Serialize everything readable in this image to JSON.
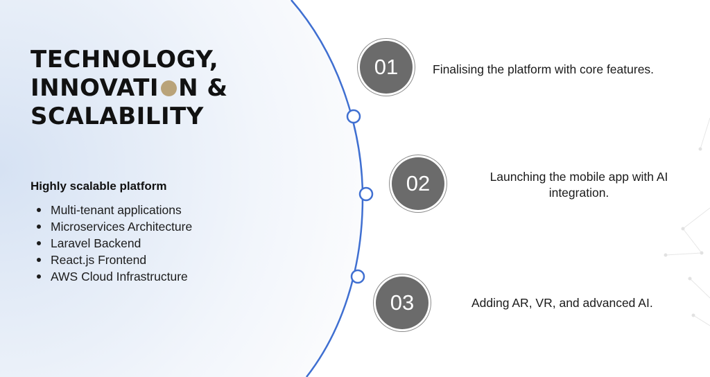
{
  "title": {
    "line1": "TECHNOLOGY,",
    "line2_before": "INNOVATI",
    "line2_after": "N &",
    "line3": "SCALABILITY"
  },
  "features": {
    "heading": "Highly scalable platform",
    "items": [
      "Multi-tenant applications",
      "Microservices Architecture",
      "Laravel Backend",
      "React.js Frontend",
      "AWS Cloud Infrastructure"
    ]
  },
  "steps": [
    {
      "number": "01",
      "text": "Finalising the platform with core features."
    },
    {
      "number": "02",
      "text": "Launching the mobile app with AI integration."
    },
    {
      "number": "03",
      "text": "Adding AR, VR, and advanced AI."
    }
  ],
  "colors": {
    "accent_gold": "#b9a379",
    "curve_blue": "#3f6fd1",
    "step_circle": "#6b6b6b",
    "panel_gradient_from": "#d8e3f3",
    "panel_gradient_to": "#f6f8fc"
  }
}
